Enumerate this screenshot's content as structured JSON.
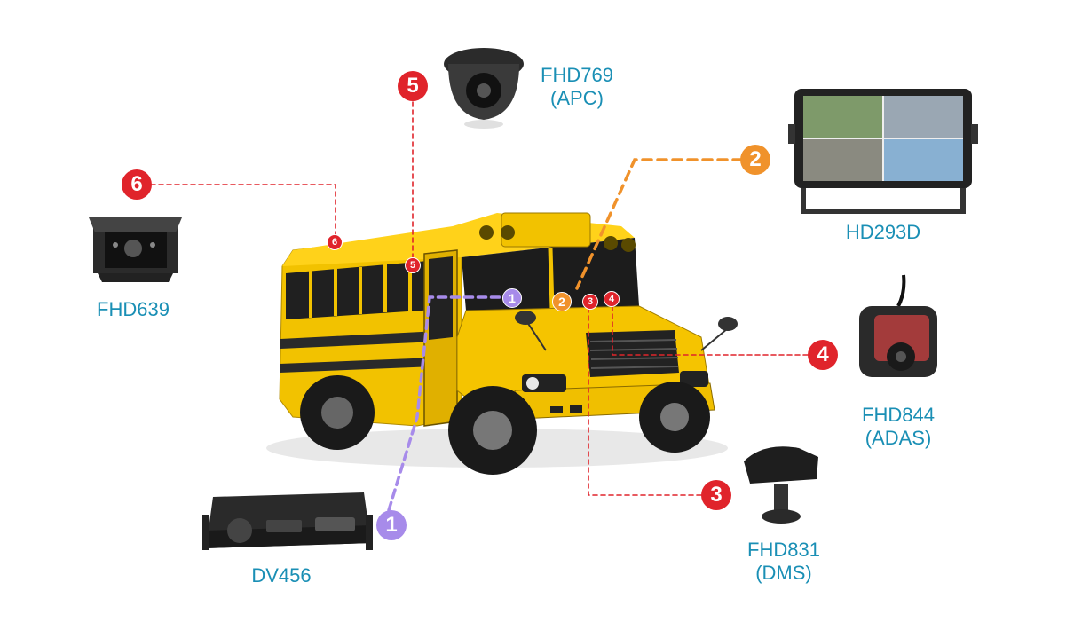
{
  "devices": {
    "fhd769": {
      "name": "FHD769",
      "sub": "(APC)"
    },
    "hd293d": {
      "name": "HD293D"
    },
    "fhd639": {
      "name": "FHD639"
    },
    "fhd844": {
      "name": "FHD844",
      "sub": "(ADAS)"
    },
    "fhd831": {
      "name": "FHD831",
      "sub": "(DMS)"
    },
    "dv456": {
      "name": "DV456"
    }
  },
  "badges": {
    "one": "1",
    "two": "2",
    "three": "3",
    "four": "4",
    "five": "5",
    "six": "6"
  },
  "colors": {
    "label": "#1a8fb5",
    "red": "#e0242b",
    "orange": "#f0922b",
    "purple": "#a78bea",
    "bus_yellow": "#f5c400",
    "bus_stripe": "#2a2a2a"
  }
}
